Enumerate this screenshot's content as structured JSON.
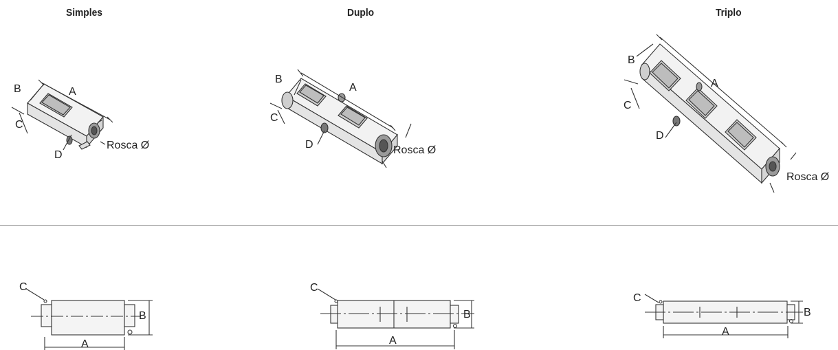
{
  "variants": [
    {
      "title": "Simples"
    },
    {
      "title": "Duplo"
    },
    {
      "title": "Triplo"
    }
  ],
  "dims": {
    "a": "A",
    "b": "B",
    "c": "C",
    "d": "D",
    "thread": "Rosca Ø"
  }
}
